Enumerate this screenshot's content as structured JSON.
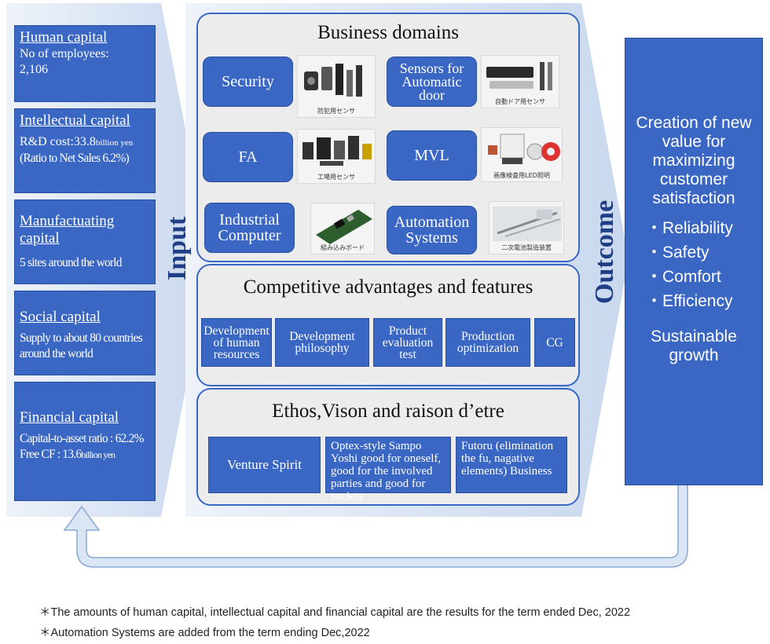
{
  "input": {
    "label": "Input",
    "capitals": [
      {
        "title": "Human capital",
        "lines": [
          "No of employees:",
          "2,106"
        ]
      },
      {
        "title": "Intellectual capital",
        "lines": [
          "R&D cost:33.8",
          "billion yen",
          "(Ratio to Net Sales 6.2%)"
        ]
      },
      {
        "title": "Manufactuating capital",
        "lines": [
          "5 sites around the world"
        ]
      },
      {
        "title": "Social capital",
        "lines": [
          "Supply to about 80 countries",
          "around the world"
        ]
      },
      {
        "title": "Financial capital",
        "lines": [
          "Capital-to-asset ratio : 62.2%",
          "Free CF : 13.6",
          "billion yen"
        ]
      }
    ]
  },
  "business_domains": {
    "title": "Business domains",
    "items": [
      {
        "label": "Security",
        "photo_caption": "防犯用センサ"
      },
      {
        "label": "Sensors for Automatic door",
        "photo_caption": "自動ドア用センサ"
      },
      {
        "label": "FA",
        "photo_caption": "工場用センサ"
      },
      {
        "label": "MVL",
        "photo_caption": "画像検査用LED照明"
      },
      {
        "label": "Industrial Computer",
        "photo_caption": "組み込みボード"
      },
      {
        "label": "Automation Systems",
        "photo_caption": "二次電池製造装置"
      }
    ]
  },
  "competitive": {
    "title": "Competitive advantages and features",
    "items": [
      "Development of human resources",
      "Development philosophy",
      "Product evaluation test",
      "Production optimization",
      "CG"
    ]
  },
  "ethos": {
    "title": "Ethos,Vison and raison d’etre",
    "items": [
      "Venture Spirit",
      "Optex-style Sampo Yoshi good for oneself, good for the involved parties and good for society",
      "Futoru (elimination the fu, nagative elements) Business"
    ]
  },
  "outcome": {
    "label": "Outcome",
    "headline": "Creation of new value for maximizing customer satisfaction",
    "bullets": [
      "・Reliability",
      "・Safety",
      "・Comfort",
      "・Efficiency"
    ],
    "footer": "Sustainable growth"
  },
  "notes": [
    "＊The amounts of human capital, intellectual capital and financial capital are the results for the term ended Dec, 2022",
    "＊Automation Systems are added from the term ending Dec,2022"
  ],
  "colors": {
    "box_blue": "#3b67c4",
    "arrow_light": "#dbe6f4",
    "label_navy": "#1e3f86"
  }
}
